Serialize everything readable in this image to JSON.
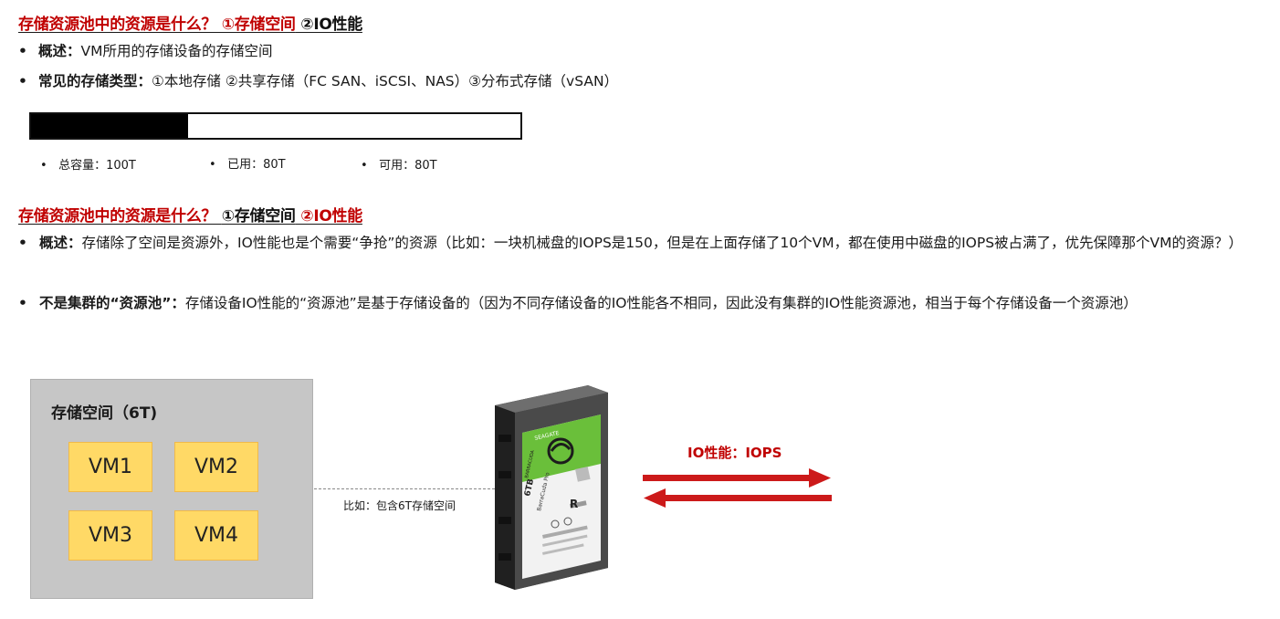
{
  "section1": {
    "heading": {
      "part1": "存储资源池中的资源是什么？ ①存储空间",
      "part2": " ②IO性能"
    },
    "bullets": [
      {
        "label": "概述：",
        "text": "VM所用的存储设备的存储空间"
      },
      {
        "label": "常见的存储类型：",
        "text": "①本地存储 ②共享存储（FC SAN、iSCSI、NAS）③分布式存储（vSAN）"
      }
    ],
    "storage_bar": {
      "used_fraction": 0.32,
      "labels": [
        "总容量：100T",
        "已用：80T",
        "可用：80T"
      ]
    }
  },
  "section2": {
    "heading": {
      "part1": "存储资源池中的资源是什么？ ",
      "part2": "①存储空间",
      "part3": " ②IO性能"
    },
    "bullets": [
      {
        "label": "概述：",
        "text": "存储除了空间是资源外，IO性能也是个需要“争抢”的资源（比如：一块机械盘的IOPS是150，但是在上面存储了10个VM，都在使用中磁盘的IOPS被占满了，优先保障那个VM的资源？）"
      },
      {
        "label": "不是集群的“资源池”：",
        "text": "存储设备IO性能的“资源池”是基于存储设备的（因为不同存储设备的IO性能各不相同，因此没有集群的IO性能资源池，相当于每个存储设备一个资源池）"
      }
    ]
  },
  "diagram": {
    "pool_title": "存储空间（6T)",
    "vms": [
      "VM1",
      "VM2",
      "VM3",
      "VM4"
    ],
    "dashed_note": "比如：包含6T存储空间",
    "perf_label": "IO性能：IOPS",
    "hdd": {
      "brand": "SEAGATE",
      "series": "BARRACUDA",
      "capacity": "6TB",
      "model": "BarraCuda Pro"
    },
    "colors": {
      "accent_red": "#c00000",
      "vm_fill": "#ffd966",
      "pool_fill": "#c6c6c6",
      "hdd_green": "#6abf3a"
    }
  }
}
